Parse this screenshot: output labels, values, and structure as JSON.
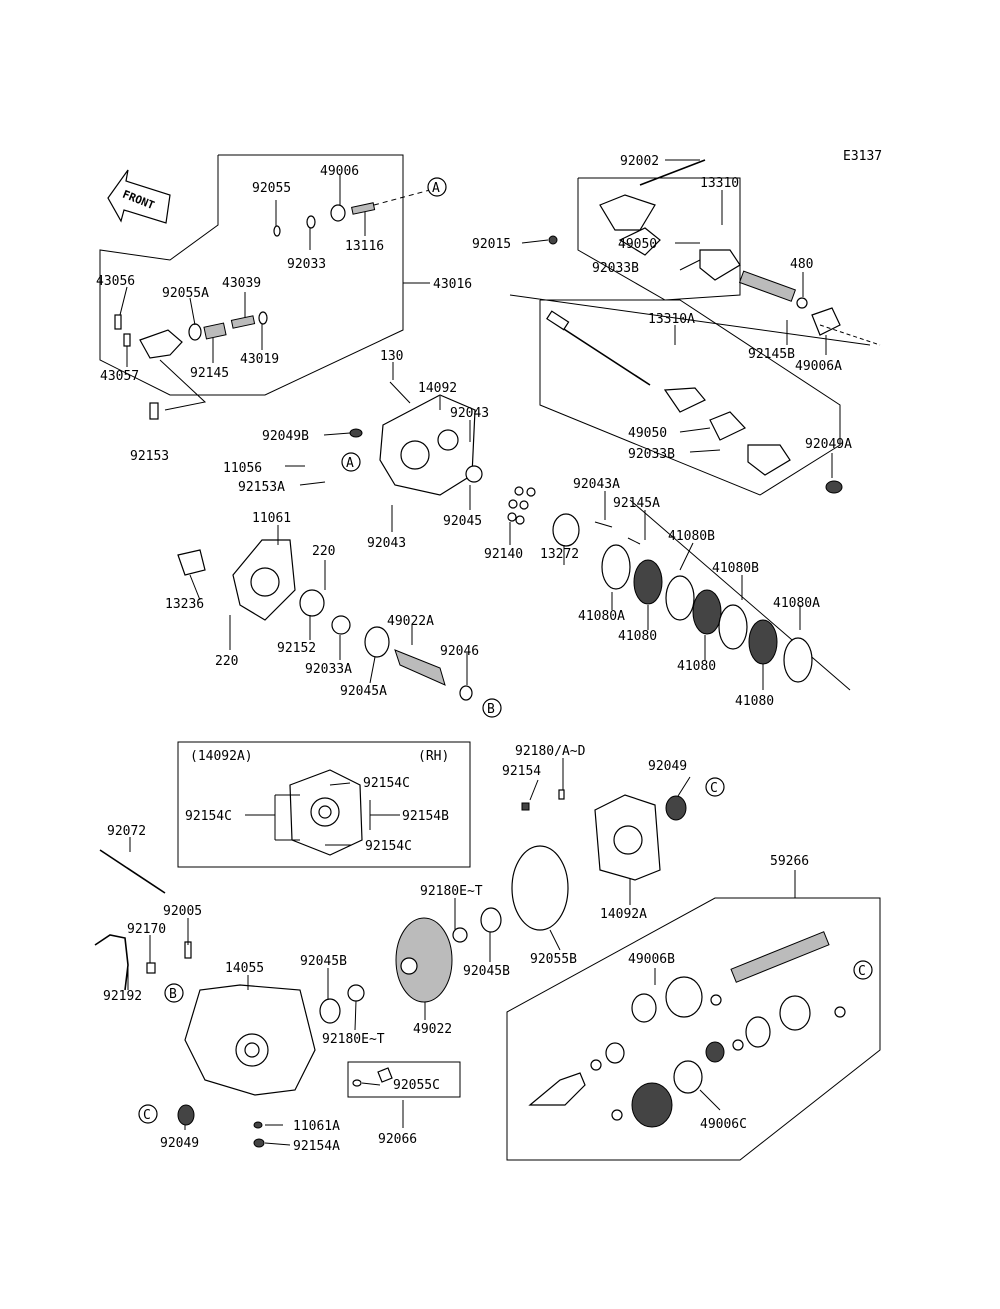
{
  "diagram": {
    "code": "E3137",
    "front_label": "FRONT",
    "rh_box": {
      "part": "(14092A)",
      "side": "(RH)"
    },
    "callouts": [
      {
        "id": "c-92002",
        "text": "92002"
      },
      {
        "id": "c-13310",
        "text": "13310"
      },
      {
        "id": "c-49006",
        "text": "49006"
      },
      {
        "id": "c-92055",
        "text": "92055"
      },
      {
        "id": "c-92033",
        "text": "92033"
      },
      {
        "id": "c-13116",
        "text": "13116"
      },
      {
        "id": "c-92015",
        "text": "92015"
      },
      {
        "id": "c-49050a",
        "text": "49050"
      },
      {
        "id": "c-92033b-a",
        "text": "92033B"
      },
      {
        "id": "c-480",
        "text": "480"
      },
      {
        "id": "c-92145b",
        "text": "92145B"
      },
      {
        "id": "c-49006a",
        "text": "49006A"
      },
      {
        "id": "c-43016",
        "text": "43016"
      },
      {
        "id": "c-43056",
        "text": "43056"
      },
      {
        "id": "c-92055a",
        "text": "92055A"
      },
      {
        "id": "c-43039",
        "text": "43039"
      },
      {
        "id": "c-43057",
        "text": "43057"
      },
      {
        "id": "c-92145",
        "text": "92145"
      },
      {
        "id": "c-43019",
        "text": "43019"
      },
      {
        "id": "c-13310a",
        "text": "13310A"
      },
      {
        "id": "c-130",
        "text": "130"
      },
      {
        "id": "c-14092",
        "text": "14092"
      },
      {
        "id": "c-92043a",
        "text": "92043"
      },
      {
        "id": "c-92153",
        "text": "92153"
      },
      {
        "id": "c-92049b",
        "text": "92049B"
      },
      {
        "id": "c-11056",
        "text": "11056"
      },
      {
        "id": "c-92153a",
        "text": "92153A"
      },
      {
        "id": "c-49050b",
        "text": "49050"
      },
      {
        "id": "c-92033b-b",
        "text": "92033B"
      },
      {
        "id": "c-92049a",
        "text": "92049A"
      },
      {
        "id": "c-92043a2",
        "text": "92043A"
      },
      {
        "id": "c-92145a",
        "text": "92145A"
      },
      {
        "id": "c-92045",
        "text": "92045"
      },
      {
        "id": "c-92043b",
        "text": "92043"
      },
      {
        "id": "c-92140",
        "text": "92140"
      },
      {
        "id": "c-41080b-1",
        "text": "41080B"
      },
      {
        "id": "c-11061",
        "text": "11061"
      },
      {
        "id": "c-220a",
        "text": "220"
      },
      {
        "id": "c-13272",
        "text": "13272"
      },
      {
        "id": "c-41080b-2",
        "text": "41080B"
      },
      {
        "id": "c-41080a-1",
        "text": "41080A"
      },
      {
        "id": "c-13236",
        "text": "13236"
      },
      {
        "id": "c-41080a-2",
        "text": "41080A"
      },
      {
        "id": "c-41080-1",
        "text": "41080"
      },
      {
        "id": "c-49022a",
        "text": "49022A"
      },
      {
        "id": "c-220b",
        "text": "220"
      },
      {
        "id": "c-92152",
        "text": "92152"
      },
      {
        "id": "c-92046",
        "text": "92046"
      },
      {
        "id": "c-92033a",
        "text": "92033A"
      },
      {
        "id": "c-41080-2",
        "text": "41080"
      },
      {
        "id": "c-92045a",
        "text": "92045A"
      },
      {
        "id": "c-41080-3",
        "text": "41080"
      },
      {
        "id": "c-92180ad",
        "text": "92180/A~D"
      },
      {
        "id": "c-92154c-1",
        "text": "92154C"
      },
      {
        "id": "c-92154",
        "text": "92154"
      },
      {
        "id": "c-92049a2",
        "text": "92049"
      },
      {
        "id": "c-92154c-2",
        "text": "92154C"
      },
      {
        "id": "c-92154b",
        "text": "92154B"
      },
      {
        "id": "c-92154c-3",
        "text": "92154C"
      },
      {
        "id": "c-92072",
        "text": "92072"
      },
      {
        "id": "c-59266",
        "text": "59266"
      },
      {
        "id": "c-92180et-1",
        "text": "92180E~T"
      },
      {
        "id": "c-14092a",
        "text": "14092A"
      },
      {
        "id": "c-92005",
        "text": "92005"
      },
      {
        "id": "c-92170",
        "text": "92170"
      },
      {
        "id": "c-14055",
        "text": "14055"
      },
      {
        "id": "c-92045b-1",
        "text": "92045B"
      },
      {
        "id": "c-92045b-2",
        "text": "92045B"
      },
      {
        "id": "c-92055b",
        "text": "92055B"
      },
      {
        "id": "c-49006b",
        "text": "49006B"
      },
      {
        "id": "c-92192",
        "text": "92192"
      },
      {
        "id": "c-92180et-2",
        "text": "92180E~T"
      },
      {
        "id": "c-49022",
        "text": "49022"
      },
      {
        "id": "c-92055c",
        "text": "92055C"
      },
      {
        "id": "c-49006c",
        "text": "49006C"
      },
      {
        "id": "c-11061a",
        "text": "11061A"
      },
      {
        "id": "c-92049c",
        "text": "92049"
      },
      {
        "id": "c-92154a",
        "text": "92154A"
      },
      {
        "id": "c-92066",
        "text": "92066"
      }
    ],
    "markers": [
      {
        "id": "m-a1",
        "text": "A"
      },
      {
        "id": "m-a2",
        "text": "A"
      },
      {
        "id": "m-b1",
        "text": "B"
      },
      {
        "id": "m-b2",
        "text": "B"
      },
      {
        "id": "m-c1",
        "text": "C"
      },
      {
        "id": "m-c2",
        "text": "C"
      },
      {
        "id": "m-c3",
        "text": "C"
      }
    ]
  }
}
